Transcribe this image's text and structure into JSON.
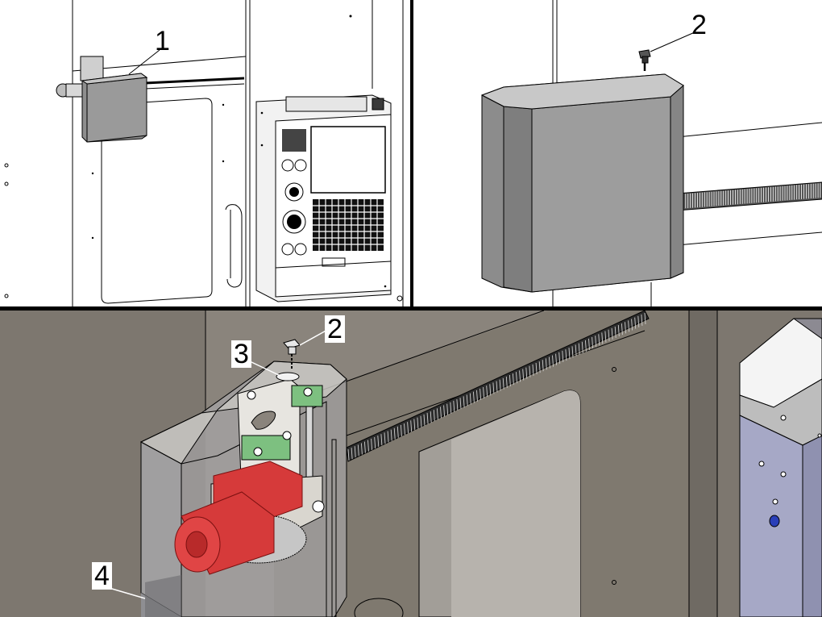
{
  "callouts": {
    "panel_a": [
      "1"
    ],
    "panel_b": [
      "2"
    ],
    "panel_c": [
      "2",
      "3",
      "4"
    ]
  },
  "colors": {
    "background": "#ffffff",
    "line": "#000000",
    "cover_fill": "#8a8a8a",
    "cover_face": "#a3a3a3",
    "cover_top": "#c6c6c6",
    "enclosure_dark": "#7d776f",
    "enclosure_mid": "#948e86",
    "motor_red": "#d63a3a",
    "screw_blue": "#2a3fb8"
  },
  "icons": [
    "screw-icon",
    "rack-gear",
    "motor",
    "control-pendant"
  ]
}
